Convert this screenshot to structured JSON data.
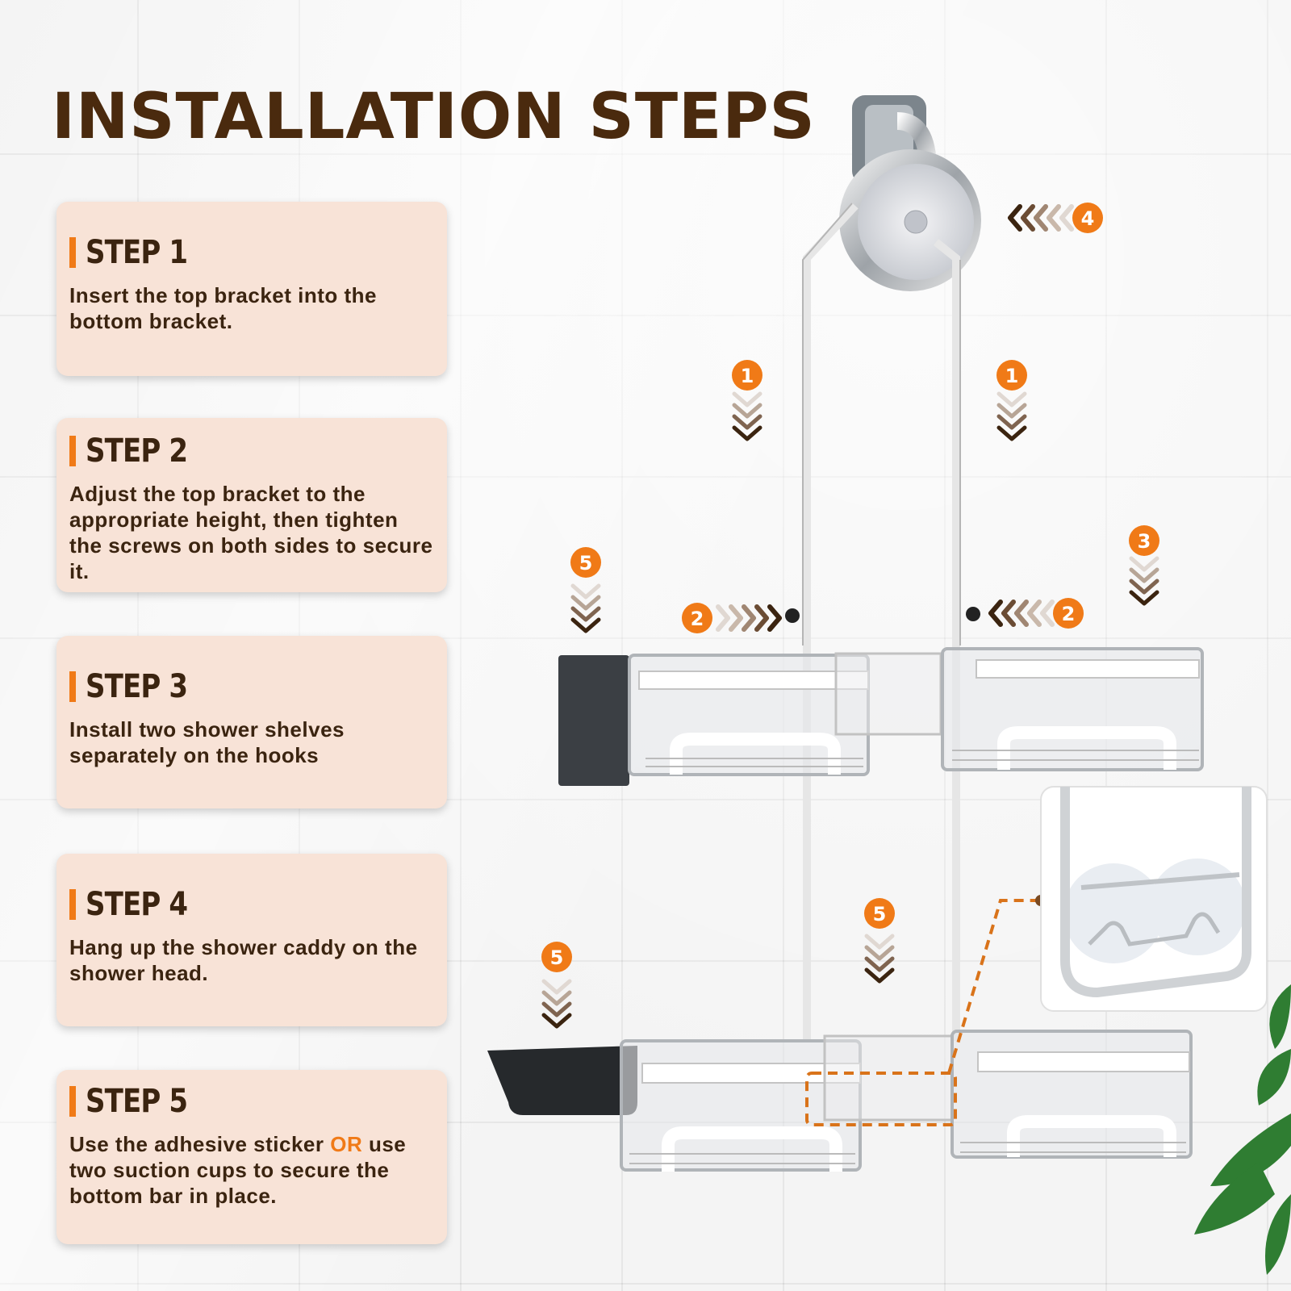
{
  "title": "INSTALLATION STEPS",
  "steps": [
    {
      "heading": "STEP 1",
      "text": "Insert the top bracket into the bottom bracket."
    },
    {
      "heading": "STEP 2",
      "text": "Adjust the top bracket to the appropriate height, then tighten the screws on both sides to secure it."
    },
    {
      "heading": "STEP 3",
      "text": "Install two shower shelves separately on the hooks"
    },
    {
      "heading": "STEP 4",
      "text": "Hang up the shower caddy on the shower head."
    },
    {
      "heading": "STEP 5",
      "text_before": "Use the adhesive sticker ",
      "text_highlight": "OR",
      "text_after": " use two suction cups to secure the bottom bar in place."
    }
  ],
  "badges": {
    "b1a": "1",
    "b1b": "1",
    "b2a": "2",
    "b2b": "2",
    "b3": "3",
    "b4": "4",
    "b5a": "5",
    "b5b": "5",
    "b5c": "5"
  },
  "colors": {
    "accent": "#f07a17",
    "title": "#4a2a0e",
    "card": "#f8e3d7"
  }
}
